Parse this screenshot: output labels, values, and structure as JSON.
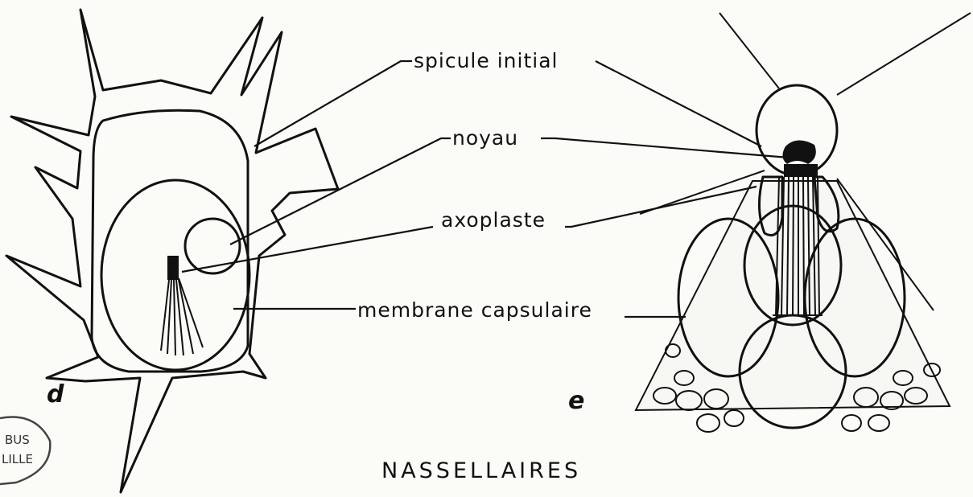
{
  "labels": {
    "spicule": "spicule initial",
    "noyau": "noyau",
    "axoplaste": "axoplaste",
    "membrane": "membrane capsulaire"
  },
  "panels": {
    "left": "d",
    "right": "e"
  },
  "caption": "NASSELLAIRES",
  "stamp": {
    "line1": "BUS",
    "line2": "LILLE"
  },
  "colors": {
    "ink": "#111111",
    "paper": "#fbfbf8"
  }
}
